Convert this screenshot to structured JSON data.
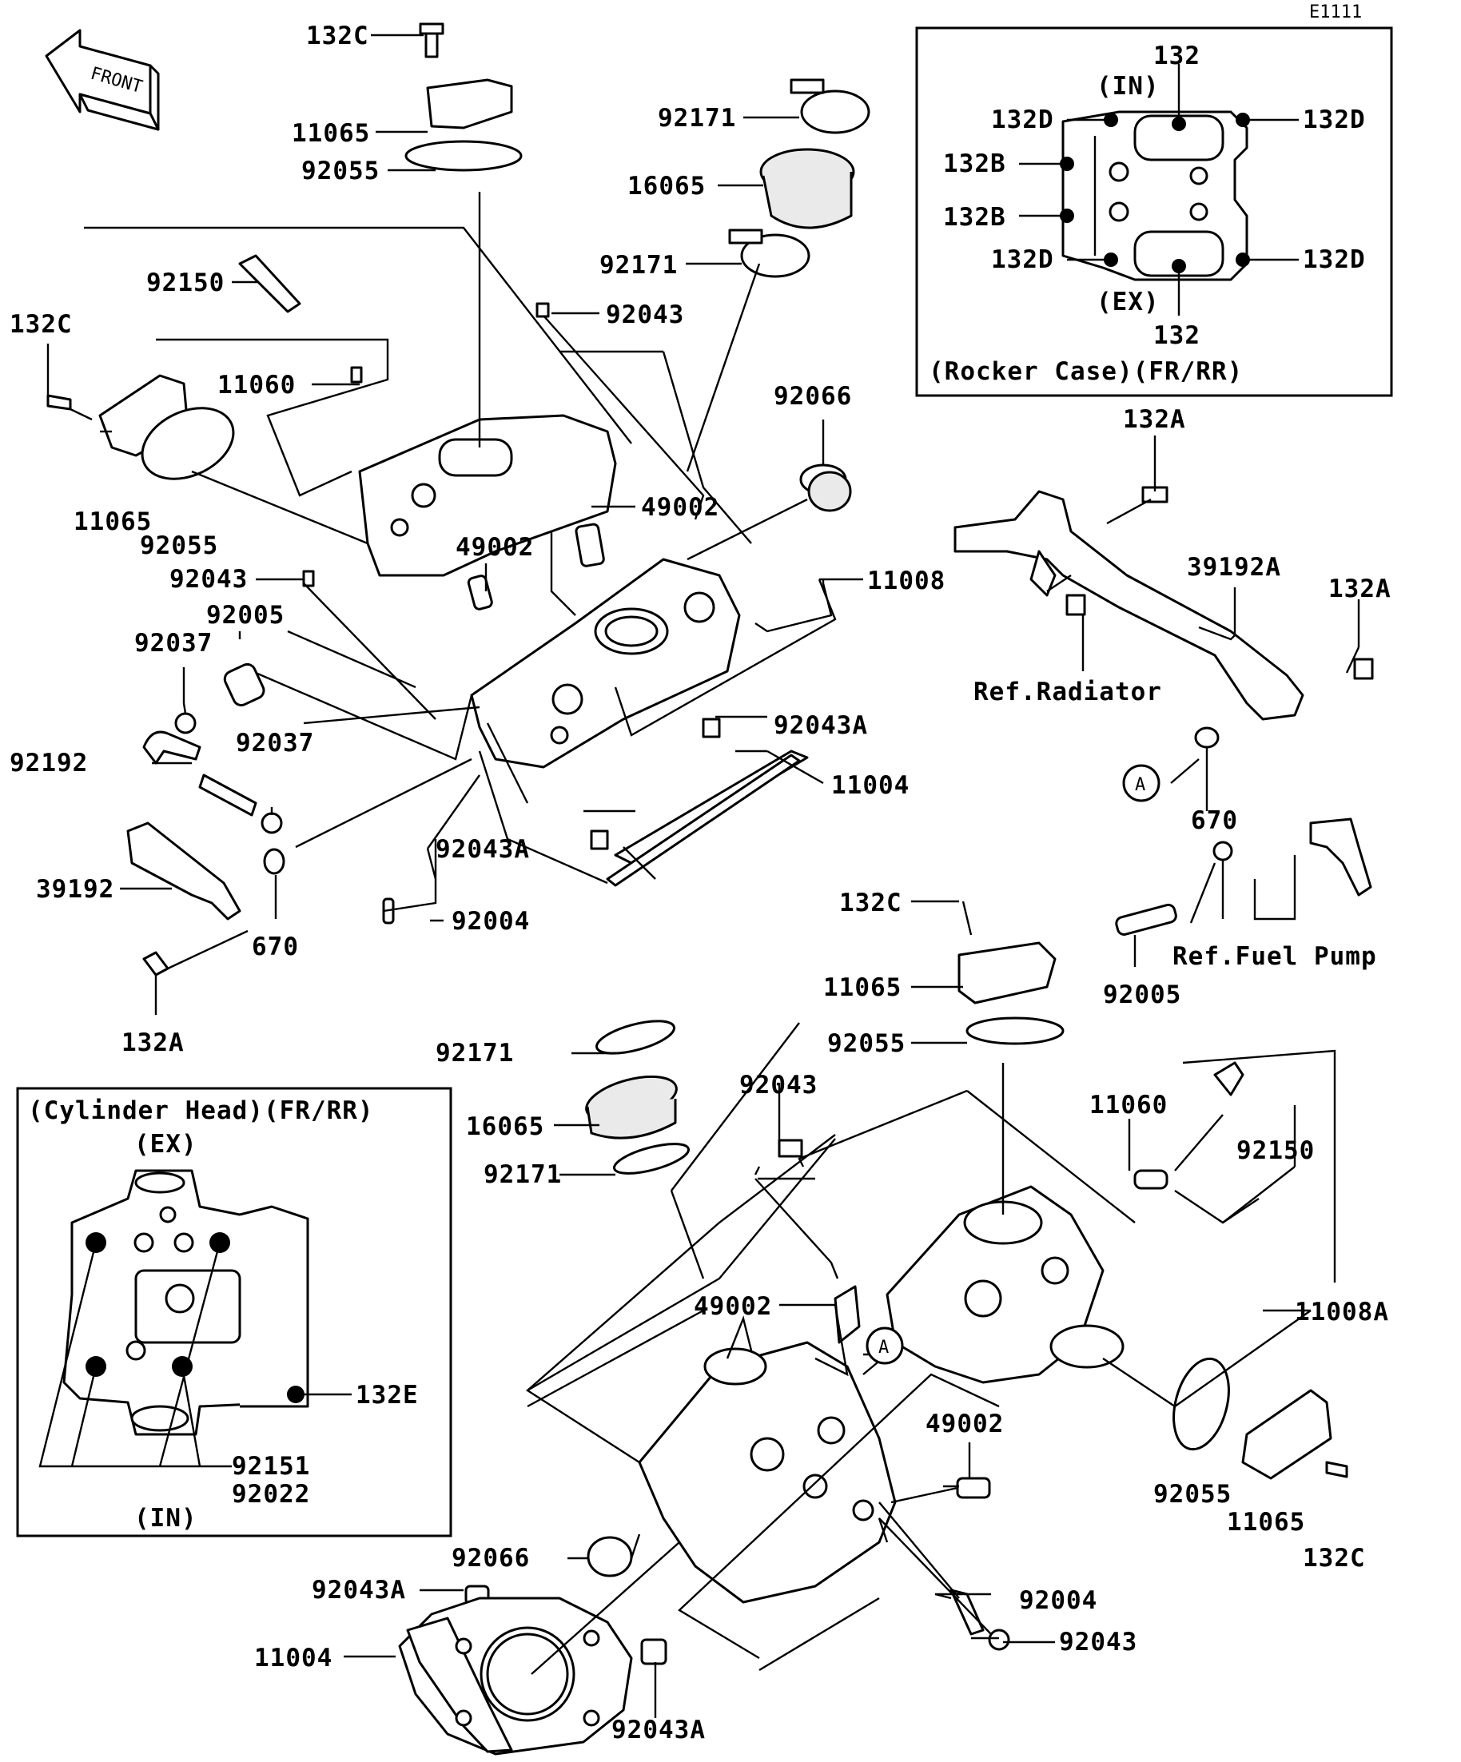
{
  "diagram": {
    "ref_code": "E1111",
    "front_arrow_text": "FRONT",
    "rocker_inset": {
      "caption": "(Rocker Case)(FR/RR)",
      "in_label": "(IN)",
      "ex_label": "(EX)",
      "labels": [
        "132",
        "132D",
        "132D",
        "132B",
        "132B",
        "132D",
        "132D",
        "132"
      ]
    },
    "head_inset": {
      "caption": "(Cylinder Head)(FR/RR)",
      "ex_label": "(EX)",
      "in_label": "(IN)",
      "labels": [
        "132E",
        "92151",
        "92022"
      ]
    },
    "refs": {
      "radiator": "Ref.Radiator",
      "fuel_pump": "Ref.Fuel Pump"
    },
    "callout_letter": "A",
    "parts": [
      "132C",
      "11065",
      "92055",
      "92150",
      "132C",
      "11060",
      "11065",
      "92055",
      "92043",
      "92005",
      "92037",
      "92192",
      "92037",
      "39192",
      "670",
      "132A",
      "92171",
      "16065",
      "92171",
      "92043",
      "92066",
      "49002",
      "49002",
      "11008",
      "92043A",
      "11004",
      "92043A",
      "92004",
      "132A",
      "39192A",
      "132A",
      "670",
      "92005",
      "132C",
      "11065",
      "92055",
      "92171",
      "16065",
      "92171",
      "92043",
      "11060",
      "92150",
      "11008A",
      "49002",
      "49002",
      "92055",
      "11065",
      "132C",
      "92066",
      "92043A",
      "11004",
      "92004",
      "92043",
      "92043A"
    ]
  }
}
